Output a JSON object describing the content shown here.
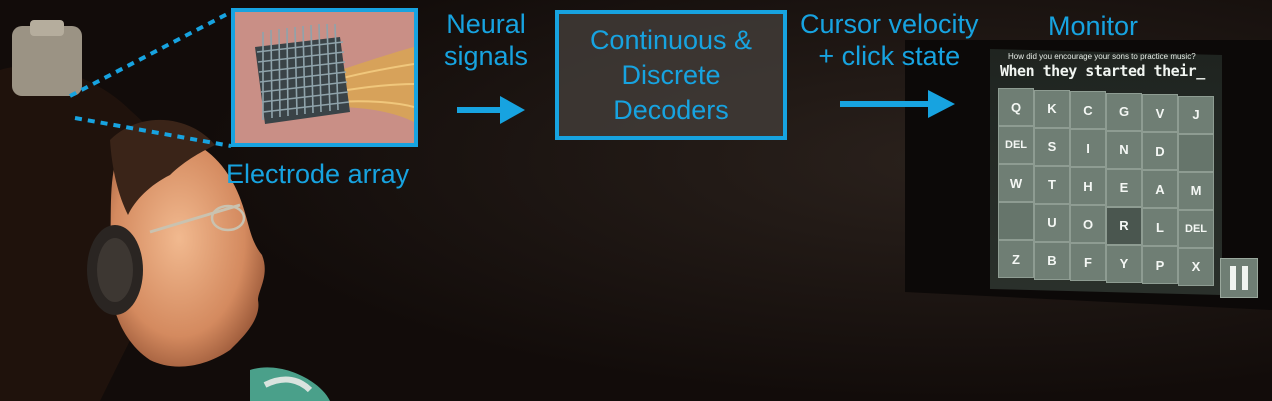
{
  "labels": {
    "electrode_array": "Electrode array",
    "neural_signals": "Neural\nsignals",
    "decoders": "Continuous &\nDiscrete\nDecoders",
    "cursor_output": "Cursor velocity\n+ click state",
    "monitor": "Monitor"
  },
  "screen": {
    "prompt": "How did you encourage your sons to practice music?",
    "typed_text": "When they started their_",
    "keys": [
      [
        "Q",
        "K",
        "C",
        "G",
        "V",
        "J"
      ],
      [
        "DEL",
        "S",
        "I",
        "N",
        "D",
        ""
      ],
      [
        "W",
        "T",
        "H",
        "E",
        "A",
        "M"
      ],
      [
        "",
        "U",
        "O",
        "R",
        "L",
        "DEL"
      ],
      [
        "Z",
        "B",
        "F",
        "Y",
        "P",
        "X"
      ]
    ]
  },
  "colors": {
    "accent": "#17a3e0",
    "background": "#1a1210"
  }
}
